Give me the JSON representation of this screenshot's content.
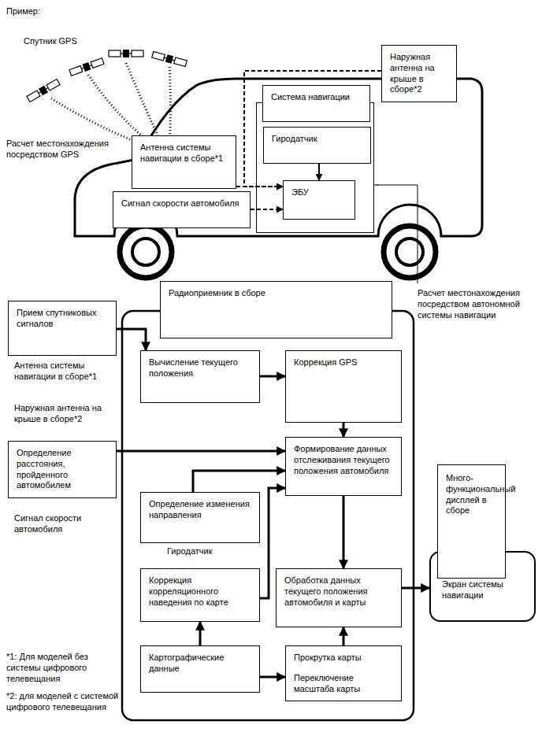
{
  "diagram": {
    "nodes": [
      {
        "text": [
          "Антенна системы навигации в сборе*1"
        ]
      },
      {
        "text": [
          "Наружная антенна на крыше в сборе*2"
        ]
      },
      {
        "text": [
          "Система навигации"
        ]
      },
      {
        "text": [
          "Гиродатчик"
        ],
        "in": 2
      },
      {
        "text": [
          "ЭБУ"
        ],
        "in": 2
      },
      {
        "text": [
          "Сигнал скорости автомобиля"
        ]
      },
      {
        "text": [
          "Прием спутниковых сигналов"
        ]
      },
      {
        "text": [
          "Радиоприемник в сборе"
        ]
      },
      {
        "text": [
          "Вычисление текущего положения"
        ],
        "in": 7
      },
      {
        "text": [
          "Коррекция GPS"
        ],
        "in": 7
      },
      {
        "text": [
          "Определение расстояния, пройденного автомобилем"
        ]
      },
      {
        "text": [
          "Формирование данных отслеживания текущего положения автомобиля"
        ],
        "in": 7
      },
      {
        "text": [
          "Определение изменения направления"
        ],
        "in": 7
      },
      {
        "text": [
          "Коррекция корреляционного наведения по карте"
        ],
        "in": 7
      },
      {
        "text": [
          "Обработка данных текущего положения автомобиля и карты"
        ],
        "in": 7
      },
      {
        "text": [
          "Много-функциональный дисплей в сборе"
        ]
      },
      {
        "text": [
          "Экран системы навигации"
        ]
      },
      {
        "text": [
          "Картографические данные"
        ],
        "in": 7
      },
      {
        "text": [
          "Прокрутка карты",
          "Переключение масштаба карты"
        ],
        "in": 7
      }
    ],
    "edges": [
      {
        "from": 3,
        "to": 4,
        "arrow": "to"
      },
      {
        "from": 0,
        "to": 4,
        "arrow": "to"
      },
      {
        "from": 1,
        "to": 4,
        "arrow": "to"
      },
      {
        "from": 5,
        "to": 4,
        "arrow": "to"
      },
      {
        "from": 6,
        "to": 8,
        "arrow": "to"
      },
      {
        "from": 8,
        "to": 9,
        "arrow": "to"
      },
      {
        "from": 9,
        "to": 11,
        "arrow": "to"
      },
      {
        "from": 10,
        "to": 11,
        "arrow": "to"
      },
      {
        "from": 12,
        "to": 11,
        "arrow": "to"
      },
      {
        "from": 13,
        "to": 11,
        "arrow": "to"
      },
      {
        "from": 11,
        "to": 14,
        "arrow": "to"
      },
      {
        "from": 17,
        "to": 13,
        "arrow": "to"
      },
      {
        "from": 17,
        "to": 18,
        "arrow": "to"
      },
      {
        "from": 18,
        "to": 14,
        "arrow": "to"
      },
      {
        "from": 14,
        "to": 16,
        "arrow": "to"
      }
    ],
    "labels": [
      "Пример:",
      "Спутник GPS",
      "Расчет местонахождения посредством GPS",
      "Расчет местонахождения посредством автономной системы навигации",
      "Антенна системы навигации в сборе*1",
      "Наружная антенна на крыше в сборе*2",
      "Сигнал скорости автомобиля",
      "Гиродатчик",
      "*1: Для моделей без системы цифрового телевещания",
      "*2: для моделей с системой цифрового телевещания"
    ]
  }
}
